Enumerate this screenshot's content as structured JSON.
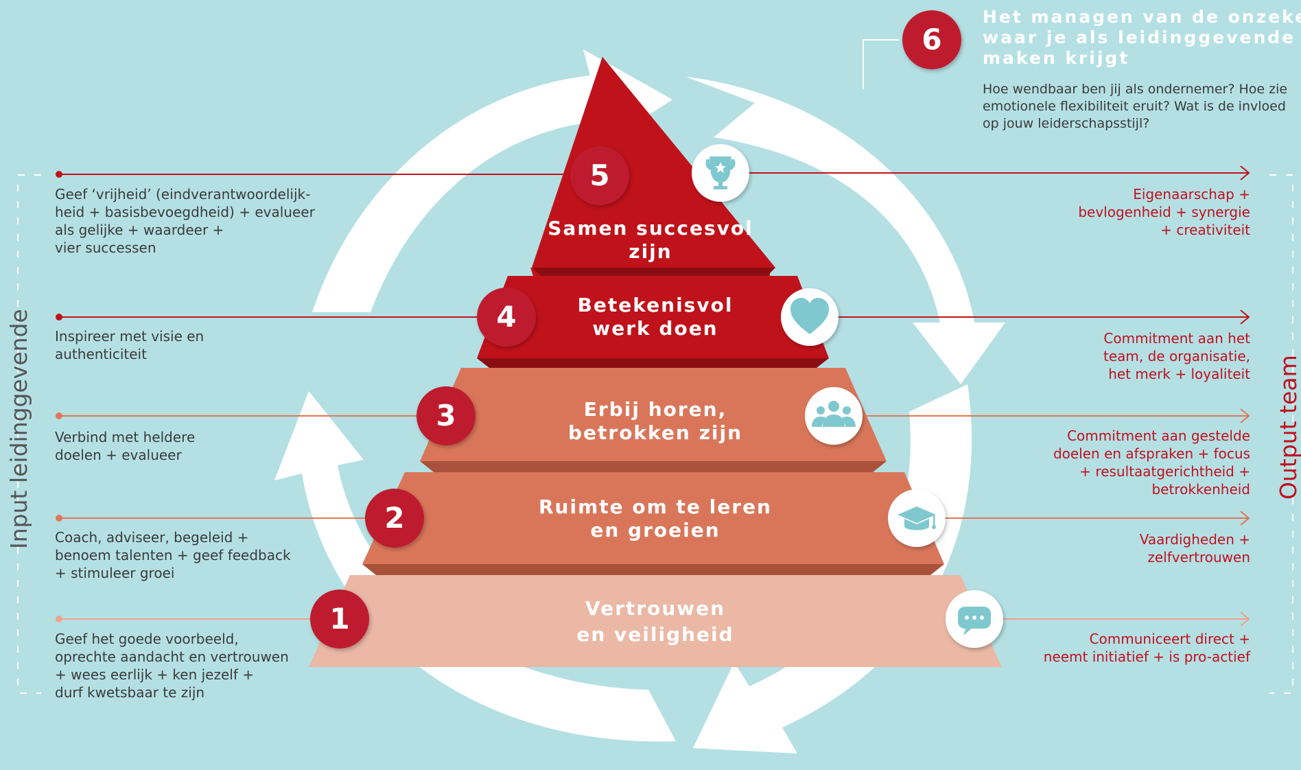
{
  "colors": {
    "background": "#b4e0e4",
    "circle": "#ffffff",
    "badge": "#be1e2d",
    "layer5": "#c0121a",
    "layer4": "#c0121a",
    "layer3": "#d9765a",
    "layer2": "#d9765a",
    "layer1": "#eab8a5",
    "icon_circle": "#ffffff",
    "icon_color": "#7fc8cf",
    "right_text": "#c0101e",
    "left_text": "#3a3a3a",
    "left_side_label": "#555555",
    "right_side_label": "#c0101e"
  },
  "side_labels": {
    "left": "Input leidinggevende",
    "right": "Output team"
  },
  "step6": {
    "number": "6",
    "title": "Het managen van de onzekerh\nwaar je als leidinggevende me\nmaken krijgt",
    "body": "Hoe wendbaar ben jij als ondernemer? Hoe zie\nemotionele flexibiliteit eruit? Wat is de invloed\nop jouw leiderschapsstijl?"
  },
  "layers": [
    {
      "number": "5",
      "label": "Samen succesvol\nzijn",
      "icon": "trophy-icon",
      "input": "Geef ‘vrijheid’ (eindverantwoordelijk-\nheid + basisbevoegdheid) + evalueer\nals gelijke + waardeer +\nvier successen",
      "output": "Eigenaarschap +\nbevlogenheid + synergie\n+ creativiteit"
    },
    {
      "number": "4",
      "label": "Betekenisvol\nwerk doen",
      "icon": "heart-icon",
      "input": "Inspireer met visie en\nauthenticiteit",
      "output": "Commitment aan het\nteam, de organisatie,\nhet merk + loyaliteit"
    },
    {
      "number": "3",
      "label": "Erbij horen,\nbetrokken zijn",
      "icon": "group-icon",
      "input": "Verbind met heldere\ndoelen + evalueer",
      "output": "Commitment aan gestelde\ndoelen en afspraken + focus\n+ resultaatgerichtheid +\nbetrokkenheid"
    },
    {
      "number": "2",
      "label": "Ruimte om te leren\nen groeien",
      "icon": "graduation-cap-icon",
      "input": "Coach, adviseer, begeleid +\nbenoem talenten + geef feedback\n+ stimuleer groei",
      "output": "Vaardigheden +\nzelfvertrouwen"
    },
    {
      "number": "1",
      "label": "Vertrouwen\nen veiligheid",
      "icon": "speech-bubble-icon",
      "input": "Geef het goede voorbeeld,\noprechte aandacht en vertrouwen\n+ wees eerlijk + ken jezelf +\ndurf kwetsbaar te zijn",
      "output": "Communiceert direct +\nneemt initiatief + is pro-actief"
    }
  ]
}
